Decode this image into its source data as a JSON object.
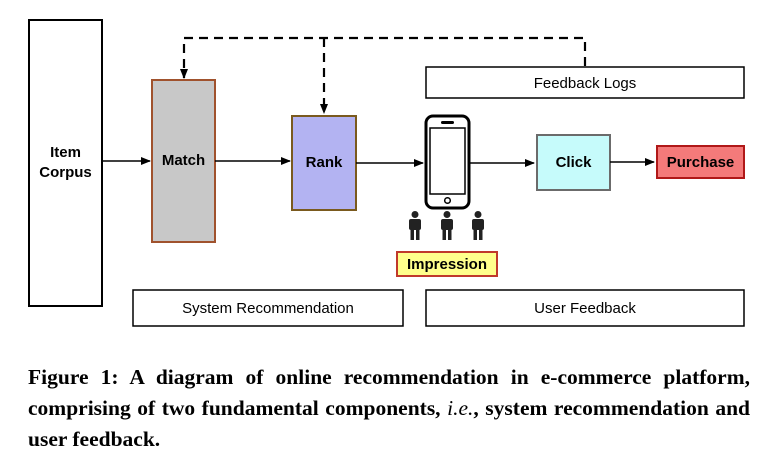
{
  "diagram": {
    "item_corpus": [
      "Item",
      "Corpus"
    ],
    "match": "Match",
    "rank": "Rank",
    "feedback_logs": "Feedback Logs",
    "click": "Click",
    "purchase": "Purchase",
    "impression": "Impression",
    "system_recommendation": "System Recommendation",
    "user_feedback": "User Feedback",
    "colors": {
      "match_fill": "#c8c8c8",
      "match_stroke": "#a0522d",
      "rank_fill": "#b3b3f2",
      "rank_stroke": "#7a5a1e",
      "click_fill": "#c6fbfb",
      "click_stroke": "#6b6b6b",
      "purchase_fill": "#f47a7a",
      "purchase_stroke": "#b01818",
      "impression_fill": "#ffff8c",
      "impression_stroke": "#c0392b"
    }
  },
  "caption": {
    "part1": "Figure 1: A diagram of online recommendation in e-commerce platform, comprising of two fundamental components, ",
    "ie": "i.e.",
    "part2": ", system recommendation and user feedback."
  }
}
